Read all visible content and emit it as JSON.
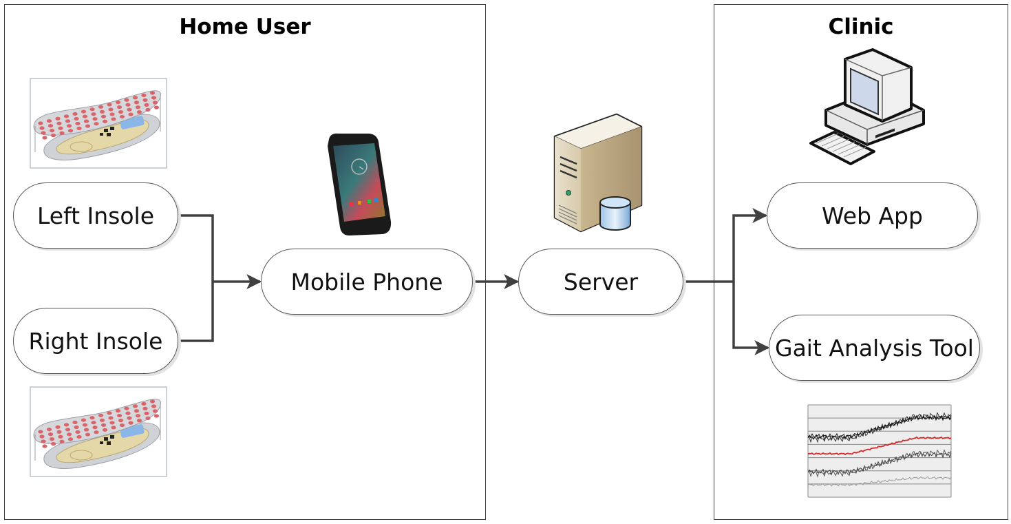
{
  "groups": {
    "home": {
      "title": "Home User"
    },
    "clinic": {
      "title": "Clinic"
    }
  },
  "nodes": {
    "left_insole": "Left Insole",
    "right_insole": "Right Insole",
    "mobile_phone": "Mobile Phone",
    "server": "Server",
    "web_app": "Web App",
    "gait_tool": "Gait Analysis Tool"
  },
  "icons": {
    "insole_top": "insole-sensor-icon",
    "insole_bottom": "insole-sensor-icon",
    "phone": "smartphone-icon",
    "server": "server-database-icon",
    "computer": "desktop-computer-icon",
    "gait_chart": "gait-chart-thumbnail"
  },
  "edges": [
    {
      "from": "Left Insole",
      "to": "Mobile Phone"
    },
    {
      "from": "Right Insole",
      "to": "Mobile Phone"
    },
    {
      "from": "Mobile Phone",
      "to": "Server"
    },
    {
      "from": "Server",
      "to": "Web App"
    },
    {
      "from": "Server",
      "to": "Gait Analysis Tool"
    }
  ],
  "colors": {
    "line": "#404040",
    "insole_dots": "#d9646a",
    "chart_red": "#d62828"
  }
}
